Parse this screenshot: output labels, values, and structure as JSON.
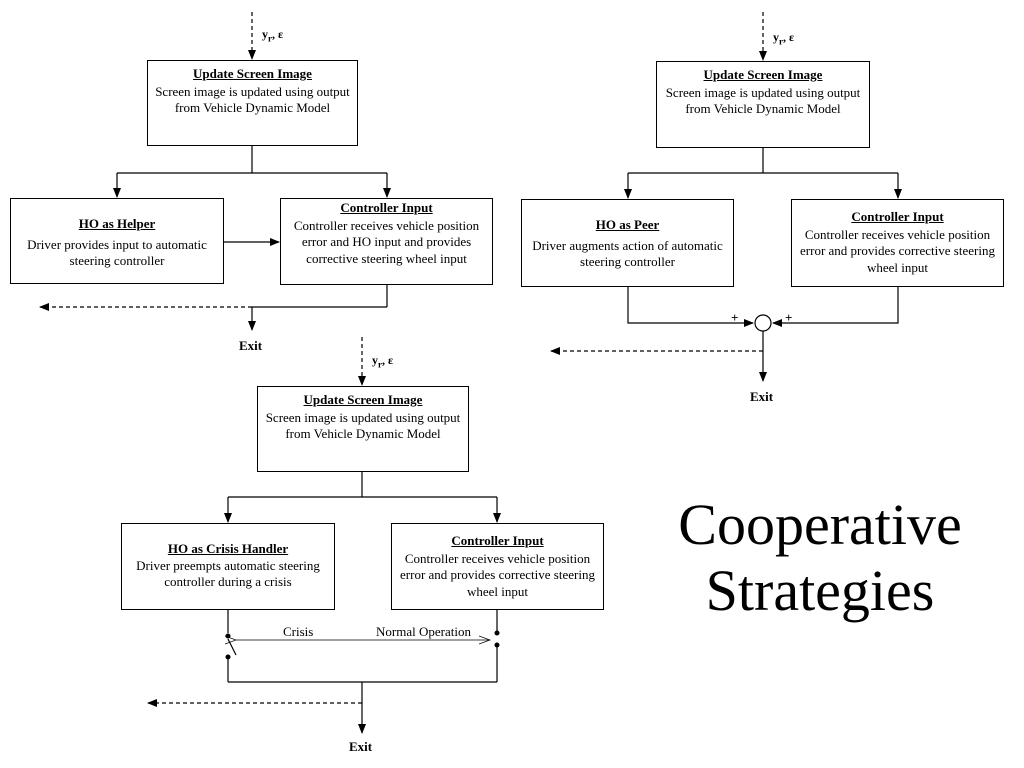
{
  "input_label": {
    "main": "y",
    "sub": "r",
    "rest": ", ε"
  },
  "update_box": {
    "title": "Update Screen Image",
    "body": "Screen image is updated using output from Vehicle Dynamic Model"
  },
  "helper": {
    "ho_title": "HO as Helper",
    "ho_body": "Driver provides input to automatic steering controller",
    "ctrl_title": "Controller Input",
    "ctrl_body": "Controller receives  vehicle position error and HO input and provides corrective steering wheel input",
    "exit": "Exit"
  },
  "peer": {
    "ho_title": "HO as Peer",
    "ho_body": "Driver augments action of automatic steering controller",
    "ctrl_title": "Controller Input",
    "ctrl_body": "Controller receives  vehicle position error and provides corrective steering wheel input",
    "plus_left": "+",
    "plus_right": "+",
    "exit": "Exit"
  },
  "crisis": {
    "ho_title": "HO as Crisis Handler",
    "ho_body": "Driver preempts automatic steering controller during a crisis",
    "ctrl_title": "Controller Input",
    "ctrl_body": "Controller receives  vehicle position error and provides corrective steering wheel input",
    "switch_left": "Crisis",
    "switch_right": "Normal Operation",
    "exit": "Exit"
  },
  "headline": {
    "line1": "Cooperative",
    "line2": "Strategies"
  }
}
